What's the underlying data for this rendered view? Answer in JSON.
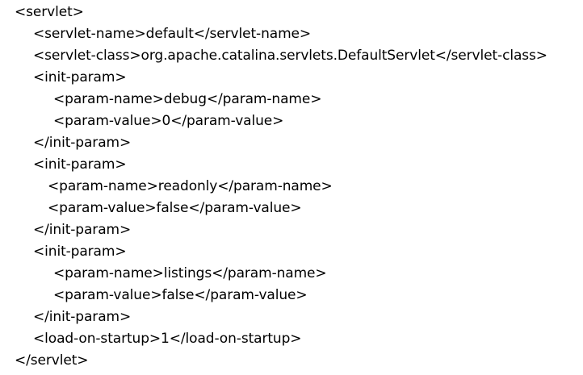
{
  "document": {
    "lines": [
      "<servlet>",
      "<servlet-name>default</servlet-name>",
      "<servlet-class>org.apache.catalina.servlets.DefaultServlet</servlet-class>",
      "<init-param>",
      "<param-name>debug</param-name>",
      "<param-value>0</param-value>",
      "</init-param>",
      "<init-param>",
      "<param-name>readonly</param-name>",
      "<param-value>false</param-value>",
      "</init-param>",
      "<init-param>",
      "<param-name>listings</param-name>",
      "<param-value>false</param-value>",
      "</init-param>",
      "<load-on-startup>1</load-on-startup>",
      "</servlet>"
    ]
  }
}
